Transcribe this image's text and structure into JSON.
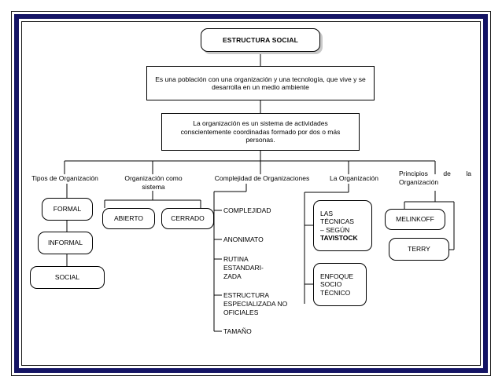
{
  "document": {
    "kind": "concept-map",
    "language": "es",
    "frame_color": "#141464",
    "line_color": "#000000",
    "shadow_color": "#c9c9c9",
    "background": "#ffffff"
  },
  "title_box": {
    "text": "ESTRUCTURA SOCIAL"
  },
  "definition_box_1": {
    "text": "Es una población con una organización y una tecnología, que vive y se desarrolla en un medio ambiente"
  },
  "definition_box_2": {
    "text": "La organización es un sistema de actividades conscientemente coordinadas formado por dos o más personas."
  },
  "branches": [
    {
      "id": "tipos",
      "heading": "Tipos de Organización",
      "nodes": [
        {
          "id": "formal",
          "label": "FORMAL"
        },
        {
          "id": "informal",
          "label": "INFORMAL"
        },
        {
          "id": "social",
          "label": "SOCIAL"
        }
      ]
    },
    {
      "id": "sistema",
      "heading": "Organización como sistema",
      "nodes": [
        {
          "id": "abierto",
          "label": "ABIERTO"
        },
        {
          "id": "cerrado",
          "label": "CERRADO"
        }
      ]
    },
    {
      "id": "complejidad",
      "heading": "Complejidad de Organizaciones",
      "nodes": [
        {
          "id": "complejidad-item",
          "label": "COMPLEJIDAD"
        },
        {
          "id": "anonimato",
          "label": "ANONIMATO"
        },
        {
          "id": "rutina",
          "label": "RUTINA\nESTANDARI-\nZADA"
        },
        {
          "id": "estructura",
          "label": "ESTRUCTURA\nESPECIALIZADA NO\nOFICIALES"
        },
        {
          "id": "tamano",
          "label": "TAMAÑO"
        }
      ]
    },
    {
      "id": "la-organizacion",
      "heading": "La Organización",
      "nodes": [
        {
          "id": "tecnicas",
          "label_line_1": "LAS",
          "label_line_2": "TÉCNICAS",
          "label_line_3": "– SEGÚN",
          "label_bold": "TAVISTOCK"
        },
        {
          "id": "enfoque",
          "label": "ENFOQUE\nSOCIO\nTÉCNICO"
        }
      ]
    },
    {
      "id": "principios",
      "heading": "Principios  de  la Organización",
      "nodes": [
        {
          "id": "melinkoff",
          "label": "MELINKOFF"
        },
        {
          "id": "terry",
          "label": "TERRY"
        }
      ]
    }
  ]
}
